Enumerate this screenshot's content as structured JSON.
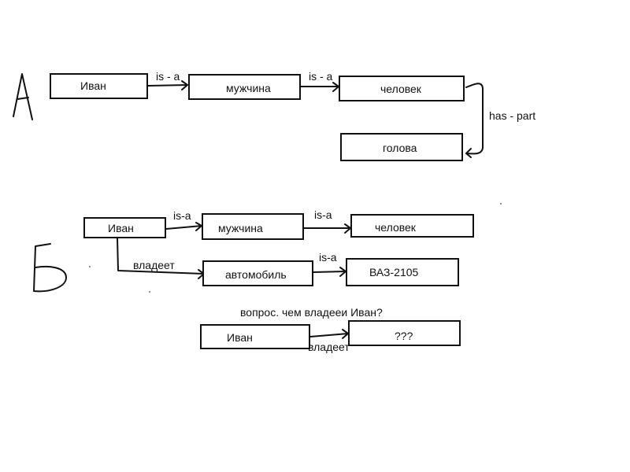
{
  "section_a": {
    "letter": "А",
    "nodes": {
      "ivan": "Иван",
      "man": "мужчина",
      "human": "человек",
      "head": "голова"
    },
    "edges": {
      "isa_1": "is - a",
      "isa_2": "is - a",
      "has_part": "has - part"
    }
  },
  "section_b": {
    "letter": "Б",
    "nodes": {
      "ivan": "Иван",
      "man": "мужчина",
      "human": "человек",
      "car": "автомобиль",
      "vaz": "ВАЗ-2105"
    },
    "edges": {
      "isa_1": "is-a",
      "isa_2": "is-a",
      "owns": "владеет",
      "isa_3": "is-a"
    },
    "question": {
      "text": "вопрос. чем владееи Иван?",
      "subject": "Иван",
      "object": "???",
      "relation": "владеет"
    }
  }
}
